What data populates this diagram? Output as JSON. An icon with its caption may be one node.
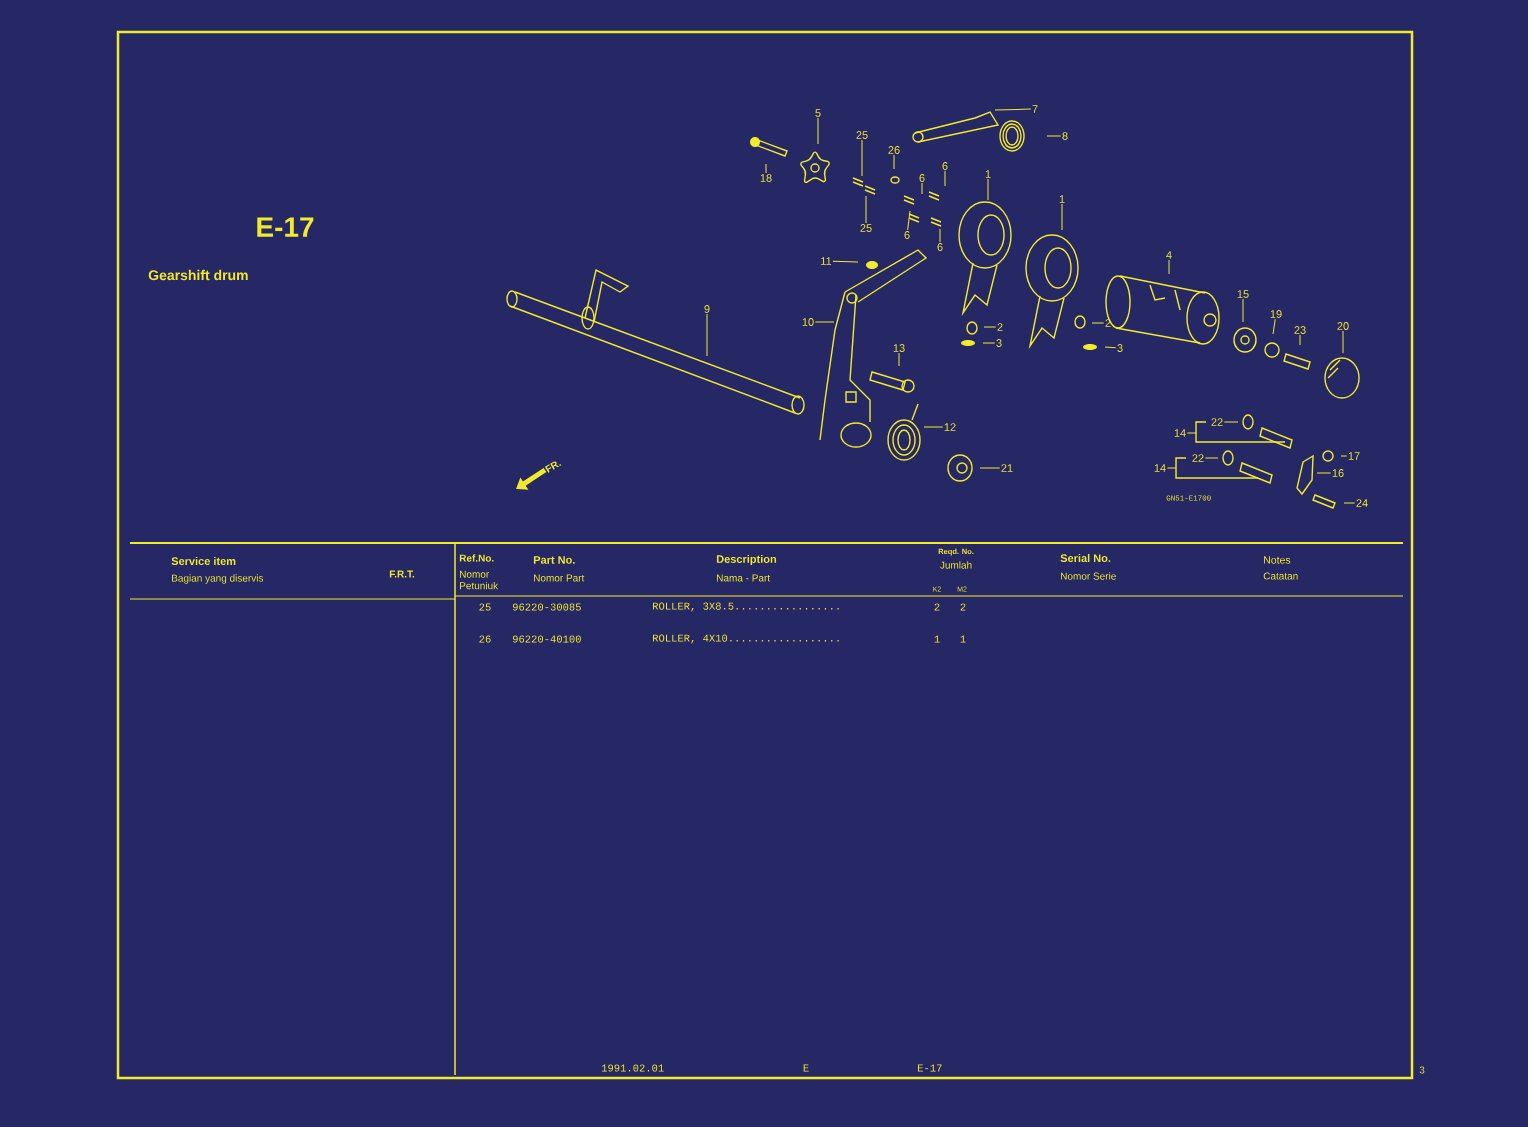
{
  "diagram": {
    "title": "E-17",
    "nodes": [
      {
        "text": [
          "5"
        ]
      },
      {
        "text": [
          "25"
        ]
      },
      {
        "text": [
          "26"
        ]
      },
      {
        "text": [
          "6"
        ]
      },
      {
        "text": [
          "6"
        ]
      },
      {
        "text": [
          "7"
        ]
      },
      {
        "text": [
          "8"
        ]
      },
      {
        "text": [
          "18"
        ]
      },
      {
        "text": [
          "25"
        ]
      },
      {
        "text": [
          "6"
        ]
      },
      {
        "text": [
          "6"
        ]
      },
      {
        "text": [
          "1"
        ]
      },
      {
        "text": [
          "1"
        ]
      },
      {
        "text": [
          "11"
        ]
      },
      {
        "text": [
          "10"
        ]
      },
      {
        "text": [
          "9"
        ]
      },
      {
        "text": [
          "13"
        ]
      },
      {
        "text": [
          "12"
        ]
      },
      {
        "text": [
          "21"
        ]
      },
      {
        "text": [
          "2"
        ]
      },
      {
        "text": [
          "3"
        ]
      },
      {
        "text": [
          "2"
        ]
      },
      {
        "text": [
          "3"
        ]
      },
      {
        "text": [
          "4"
        ]
      },
      {
        "text": [
          "15"
        ]
      },
      {
        "text": [
          "19"
        ]
      },
      {
        "text": [
          "23"
        ]
      },
      {
        "text": [
          "20"
        ]
      },
      {
        "text": [
          "14"
        ]
      },
      {
        "text": [
          "22"
        ]
      },
      {
        "text": [
          "14"
        ]
      },
      {
        "text": [
          "22"
        ]
      },
      {
        "text": [
          "17"
        ]
      },
      {
        "text": [
          "16"
        ]
      },
      {
        "text": [
          "24"
        ]
      }
    ],
    "edges": [
      {
        "from": 0,
        "to": null,
        "arrow": "none"
      },
      {
        "from": 1,
        "to": null,
        "arrow": "none"
      },
      {
        "from": 2,
        "to": null,
        "arrow": "none"
      },
      {
        "from": 3,
        "to": null,
        "arrow": "none"
      },
      {
        "from": 4,
        "to": null,
        "arrow": "none"
      },
      {
        "from": 5,
        "to": null,
        "arrow": "none"
      },
      {
        "from": 6,
        "to": null,
        "arrow": "none"
      },
      {
        "from": 7,
        "to": null,
        "arrow": "none"
      },
      {
        "from": 8,
        "to": null,
        "arrow": "none"
      },
      {
        "from": 9,
        "to": null,
        "arrow": "none"
      },
      {
        "from": 10,
        "to": null,
        "arrow": "none"
      },
      {
        "from": 11,
        "to": null,
        "arrow": "none"
      },
      {
        "from": 12,
        "to": null,
        "arrow": "none"
      },
      {
        "from": 13,
        "to": null,
        "arrow": "none"
      },
      {
        "from": 14,
        "to": null,
        "arrow": "none"
      },
      {
        "from": 15,
        "to": null,
        "arrow": "none"
      },
      {
        "from": 16,
        "to": null,
        "arrow": "none"
      },
      {
        "from": 17,
        "to": null,
        "arrow": "none"
      },
      {
        "from": 18,
        "to": null,
        "arrow": "none"
      },
      {
        "from": 19,
        "to": null,
        "arrow": "none"
      },
      {
        "from": 20,
        "to": null,
        "arrow": "none"
      },
      {
        "from": 21,
        "to": null,
        "arrow": "none"
      },
      {
        "from": 22,
        "to": null,
        "arrow": "none"
      },
      {
        "from": 23,
        "to": null,
        "arrow": "none"
      },
      {
        "from": 24,
        "to": null,
        "arrow": "none"
      },
      {
        "from": 25,
        "to": null,
        "arrow": "none"
      },
      {
        "from": 26,
        "to": null,
        "arrow": "none"
      },
      {
        "from": 27,
        "to": null,
        "arrow": "none"
      },
      {
        "from": 28,
        "to": null,
        "arrow": "none"
      },
      {
        "from": 29,
        "to": null,
        "arrow": "none"
      },
      {
        "from": 30,
        "to": null,
        "arrow": "none"
      },
      {
        "from": 31,
        "to": null,
        "arrow": "none"
      },
      {
        "from": 32,
        "to": null,
        "arrow": "none"
      },
      {
        "from": 33,
        "to": null,
        "arrow": "none"
      },
      {
        "from": 34,
        "to": null,
        "arrow": "none"
      }
    ],
    "labels": [
      "Gearshift drum",
      "FR.",
      "GN51-E1700",
      "Service item",
      "Bagian yang diservis",
      "F.R.T.",
      "Ref.No.",
      "Nomor Petuniuk",
      "Part No.",
      "Nomor Part",
      "Description",
      "Nama - Part",
      "Reqd. No.",
      "Jumlah",
      "K2",
      "M2",
      "Serial No.",
      "Nomor Serie",
      "Notes",
      "Catatan",
      "25",
      "96220-30085",
      "ROLLER, 3X8.5.................",
      "2",
      "2",
      "26",
      "96220-40100",
      "ROLLER, 4X10..................",
      "1",
      "1",
      "1991.02.01",
      "E",
      "E-17",
      "3"
    ]
  }
}
